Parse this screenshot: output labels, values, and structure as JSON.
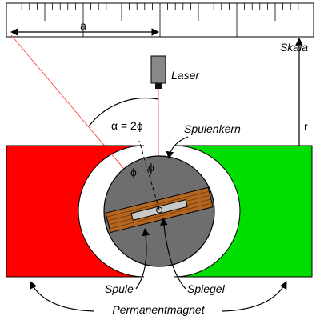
{
  "labels": {
    "a": "a",
    "skala": "Skala",
    "laser": "Laser",
    "alpha": "α = 2ϕ",
    "spulenkern": "Spulenkern",
    "phi_left": "ϕ",
    "phi_right": "ϕ",
    "r": "r",
    "spule": "Spule",
    "spiegel": "Spiegel",
    "permanentmagnet": "Permanentmagnet"
  },
  "colors": {
    "magnet_north": "#ff0000",
    "magnet_south": "#00dd00",
    "core": "#6e6e6e",
    "coil": "#b5651d",
    "mirror": "#c8c8c8",
    "laser_body": "#888888",
    "beam": "#ff4444",
    "outline": "#000000"
  }
}
